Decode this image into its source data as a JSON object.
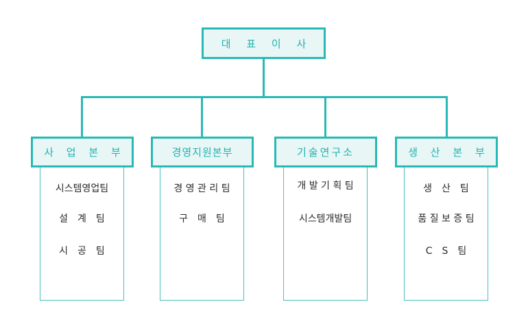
{
  "ceo": "대 표 이 사",
  "divisions": [
    {
      "name": "사 업 본 부",
      "teams": [
        "시스템영업팀",
        "설　계　팀",
        "시　공　팀"
      ]
    },
    {
      "name": "경영지원본부",
      "teams": [
        "경 영 관 리 팀",
        "구　매　팀"
      ]
    },
    {
      "name": "기술연구소",
      "teams": [
        "개 발 기 획 팀",
        "시스템개발팀"
      ]
    },
    {
      "name": "생 산 본 부",
      "teams": [
        "생　산　팀",
        "품 질 보 증 팀",
        "C　S　팀"
      ]
    }
  ],
  "colors": {
    "accent": "#27b9b5",
    "box_fill": "#e8f6f6",
    "text": "#2b2b2b"
  }
}
